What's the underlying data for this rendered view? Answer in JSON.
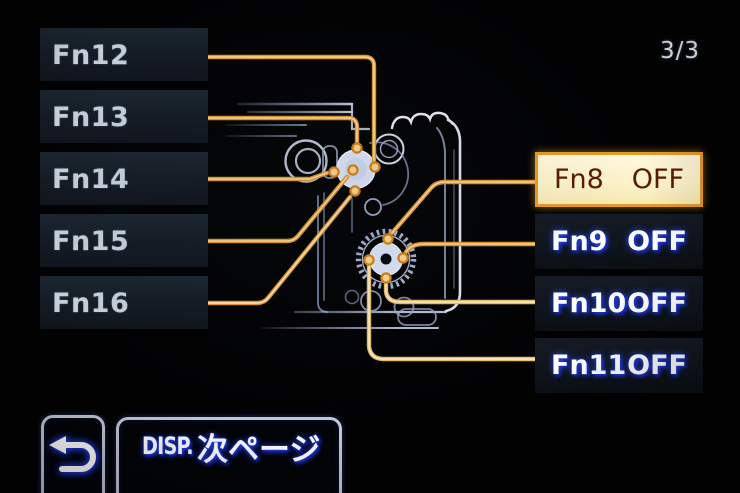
{
  "screen": {
    "page_indicator": "3/3"
  },
  "left_buttons": [
    {
      "label": "Fn12"
    },
    {
      "label": "Fn13"
    },
    {
      "label": "Fn14"
    },
    {
      "label": "Fn15"
    },
    {
      "label": "Fn16"
    }
  ],
  "right_buttons": [
    {
      "label": "Fn8",
      "value": "OFF",
      "selected": true
    },
    {
      "label": "Fn9",
      "value": "OFF",
      "selected": false
    },
    {
      "label": "Fn10",
      "value": "OFF",
      "selected": false
    },
    {
      "label": "Fn11",
      "value": "OFF",
      "selected": false
    }
  ],
  "bottom_bar": {
    "back_icon": "return-arrow-icon",
    "disp_button": {
      "prefix": "DISP.",
      "label": "次ページ"
    }
  },
  "diagram": {
    "type": "camera-back-illustration",
    "dpad_connections": [
      "Fn12→right-key",
      "Fn13→up-key",
      "Fn14→left-key",
      "Fn15→center-key",
      "Fn16→down-key"
    ],
    "dial_connections": [
      "Fn8→dial-top",
      "Fn9→dial-right",
      "Fn10→dial-bottom",
      "Fn11→dial-left"
    ]
  },
  "colors": {
    "background": "#020203",
    "connector_orange": "#e2952c",
    "connector_pale": "#e9bd68",
    "button_bg": "#151c25",
    "button_text": "#c5cfda",
    "highlight_bg": "#fdf3c8",
    "highlight_border": "#e89b28",
    "highlight_text": "#581c00",
    "value_glow_blue": "#2e4cf5",
    "outline_blue_white": "#b9c5e6"
  }
}
